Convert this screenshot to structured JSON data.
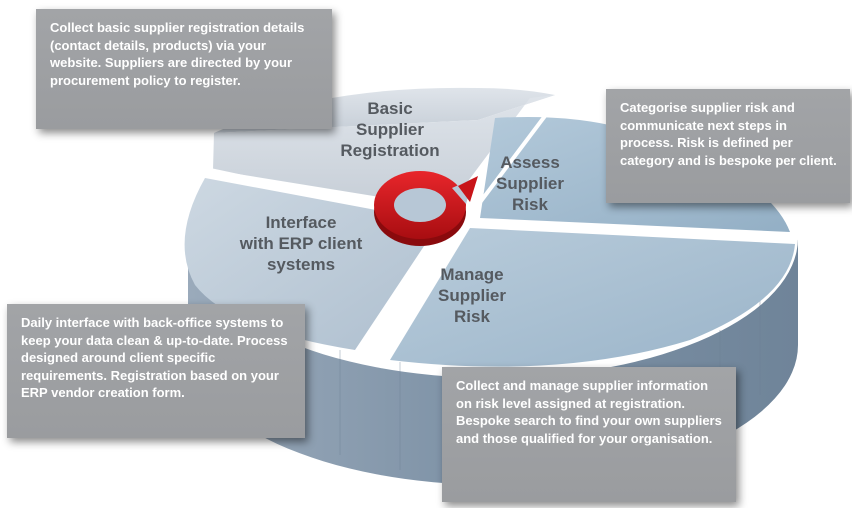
{
  "segments": [
    {
      "id": "registration",
      "label": "Basic\nSupplier\nRegistration"
    },
    {
      "id": "assess",
      "label": "Assess\nSupplier\nRisk"
    },
    {
      "id": "manage",
      "label": "Manage\nSupplier\nRisk"
    },
    {
      "id": "interface",
      "label": "Interface\nwith ERP client\nsystems"
    }
  ],
  "notes": {
    "registration": "Collect basic supplier registration details (contact details, products) via your website. Suppliers are directed by your procurement policy to register.",
    "assess": "Categorise supplier risk and communicate next steps in process. Risk is defined per category and is bespoke per client.",
    "interface": "Daily interface with back-office systems to keep your data clean & up-to-date. Process designed around client specific requirements. Registration based on your ERP vendor creation form.",
    "manage": "Collect and manage supplier information on risk level assigned at registration. Bespoke search to find your own suppliers and those qualified for your organisation."
  },
  "colors": {
    "top_light": "#c7d0d9",
    "top_blue": "#9fb8cc",
    "side": "#7e91a4",
    "callout_bg": "#9c9ea1",
    "callout_text": "#ffffff",
    "label_text": "#555a60",
    "cycle_icon": "#d11a1e"
  },
  "icons": [
    "cycle-arrow-icon"
  ]
}
